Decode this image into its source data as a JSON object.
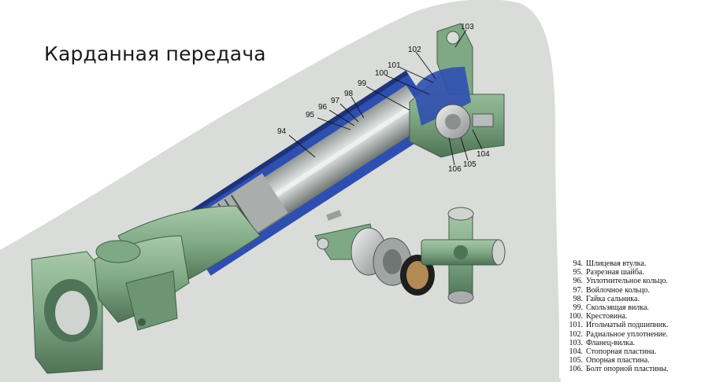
{
  "title": "Карданная передача",
  "callouts": [
    {
      "num": "94"
    },
    {
      "num": "95"
    },
    {
      "num": "96"
    },
    {
      "num": "97"
    },
    {
      "num": "98"
    },
    {
      "num": "99"
    },
    {
      "num": "100"
    },
    {
      "num": "101"
    },
    {
      "num": "102"
    },
    {
      "num": "103"
    },
    {
      "num": "104"
    },
    {
      "num": "105"
    },
    {
      "num": "106"
    }
  ],
  "legend": [
    {
      "num": "94.",
      "text": "Шлицевая втулка."
    },
    {
      "num": "95.",
      "text": "Разрезная шайба."
    },
    {
      "num": "96.",
      "text": "Уплотнительное кольцо."
    },
    {
      "num": "97.",
      "text": "Войлочное кольцо."
    },
    {
      "num": "98.",
      "text": "Гайка сальника."
    },
    {
      "num": "99.",
      "text": "Скользящая вилка."
    },
    {
      "num": "100.",
      "text": "Крестовина."
    },
    {
      "num": "101.",
      "text": "Игольчатый подшипник."
    },
    {
      "num": "102.",
      "text": "Радиальное уплотнение."
    },
    {
      "num": "103.",
      "text": "Фланец-вилка."
    },
    {
      "num": "104.",
      "text": "Стопорная пластина."
    },
    {
      "num": "105.",
      "text": "Опорная пластина."
    },
    {
      "num": "106.",
      "text": "Болт опорной пластины."
    }
  ],
  "colors": {
    "background": "#d9dcd9",
    "housing_green": "#7fa985",
    "housing_dark": "#557a5c",
    "cutaway_blue": "#2f4fb0",
    "shaft_grey": "#b7bcbc",
    "metal_light": "#e3e6e3"
  }
}
